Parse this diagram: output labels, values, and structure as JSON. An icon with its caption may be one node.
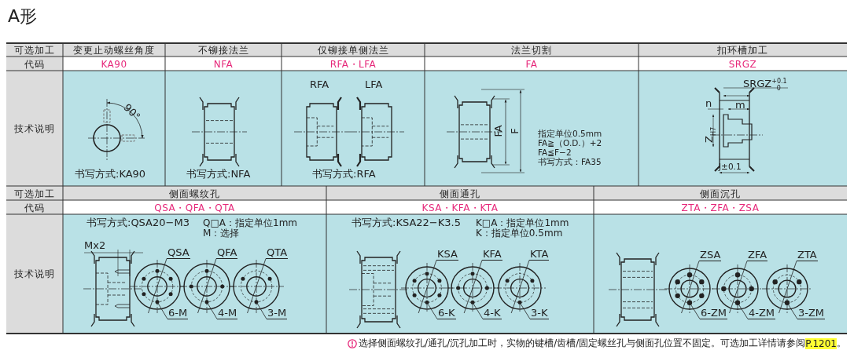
{
  "diagram": {
    "title": "A形",
    "nodes": [
      {
        "text": [
          "QSA"
        ]
      },
      {
        "text": [
          "QFA"
        ]
      },
      {
        "text": [
          "QTA"
        ]
      },
      {
        "text": [
          "6-M"
        ]
      },
      {
        "text": [
          "4-M"
        ]
      },
      {
        "text": [
          "3-M"
        ]
      },
      {
        "text": [
          "KSA"
        ]
      },
      {
        "text": [
          "KFA"
        ]
      },
      {
        "text": [
          "KTA"
        ]
      },
      {
        "text": [
          "6-K"
        ]
      },
      {
        "text": [
          "4-K"
        ]
      },
      {
        "text": [
          "3-K"
        ]
      },
      {
        "text": [
          "ZSA"
        ]
      },
      {
        "text": [
          "ZFA"
        ]
      },
      {
        "text": [
          "ZTA"
        ]
      },
      {
        "text": [
          "6-ZM"
        ]
      },
      {
        "text": [
          "4-ZM"
        ]
      },
      {
        "text": [
          "3-ZM"
        ]
      },
      {
        "text": [],
        "shape": "picture"
      },
      {
        "text": [],
        "shape": "picture"
      },
      {
        "text": [],
        "shape": "picture"
      },
      {
        "text": [],
        "shape": "picture"
      },
      {
        "text": [],
        "shape": "picture"
      },
      {
        "text": [],
        "shape": "picture"
      },
      {
        "text": [],
        "shape": "picture"
      },
      {
        "text": [],
        "shape": "picture"
      },
      {
        "text": [],
        "shape": "picture"
      },
      {
        "text": [],
        "shape": "circle",
        "in": 18
      },
      {
        "text": [],
        "shape": "circle",
        "in": 19
      },
      {
        "text": [],
        "shape": "circle",
        "in": 20
      },
      {
        "text": [],
        "shape": "circle",
        "in": 21
      },
      {
        "text": [],
        "shape": "circle",
        "in": 22
      },
      {
        "text": [],
        "shape": "circle",
        "in": 23
      },
      {
        "text": [],
        "shape": "circle",
        "in": 24
      },
      {
        "text": [],
        "shape": "circle",
        "in": 25
      },
      {
        "text": [],
        "shape": "circle",
        "in": 26
      }
    ],
    "edges": [
      {
        "from": 0,
        "to": 18,
        "arrow": "none"
      },
      {
        "from": 1,
        "to": 19,
        "arrow": "none"
      },
      {
        "from": 2,
        "to": 20,
        "arrow": "none"
      },
      {
        "from": 3,
        "to": 27,
        "arrow": "none"
      },
      {
        "from": 4,
        "to": 28,
        "arrow": "none"
      },
      {
        "from": 5,
        "to": 29,
        "arrow": "none"
      },
      {
        "from": 6,
        "to": 21,
        "arrow": "none"
      },
      {
        "from": 7,
        "to": 22,
        "arrow": "none"
      },
      {
        "from": 8,
        "to": 23,
        "arrow": "none"
      },
      {
        "from": 9,
        "to": 30,
        "arrow": "none"
      },
      {
        "from": 10,
        "to": 31,
        "arrow": "none"
      },
      {
        "from": 11,
        "to": 32,
        "arrow": "none"
      },
      {
        "from": 12,
        "to": 24,
        "arrow": "none"
      },
      {
        "from": 13,
        "to": 25,
        "arrow": "none"
      },
      {
        "from": 14,
        "to": 26,
        "arrow": "none"
      },
      {
        "from": 15,
        "to": 33,
        "arrow": "none"
      },
      {
        "from": 16,
        "to": 34,
        "arrow": "none"
      },
      {
        "from": 17,
        "to": 35,
        "arrow": "none"
      }
    ],
    "labels": [
      "可选加工",
      "变更止动螺丝角度",
      "不铆接法兰",
      "仅铆接单侧法兰",
      "法兰切割",
      "扣环槽加工",
      "代码",
      "KA90",
      "NFA",
      "RFA・LFA",
      "FA",
      "SRGZ",
      "技术说明",
      "90°",
      "书写方式:KA90",
      "书写方式:NFA",
      "RFA",
      "LFA",
      "书写方式:RFA",
      "FA",
      "F",
      "指定单位0.5mm",
      "FA≧（O.D.）+2",
      "FA≦F−2",
      "书写方式：FA35",
      "SRGZ$^{+0.1}$$_{0}$",
      "n",
      "m",
      "Z$_{H7}$",
      "J±0.1",
      "可选加工",
      "侧面螺纹孔",
      "侧面通孔",
      "侧面沉孔",
      "代码",
      "QSA・QFA・QTA",
      "KSA・KFA・KTA",
      "ZTA・ZFA・ZSA",
      "技术说明",
      "书写方式:QSA20−M3",
      "Q□A：指定单位1mm",
      "M：选择",
      "Mx2",
      "书写方式:KSA22−K3.5",
      "K□A：指定单位1mm",
      "K：指定单位0.5mm",
      "选择侧面螺纹孔/通孔/沉孔加工时，实物的键槽/齿槽/固定螺丝孔与侧面孔位置不固定。可选加工详情请参阅",
      "P.1201",
      "。"
    ]
  }
}
